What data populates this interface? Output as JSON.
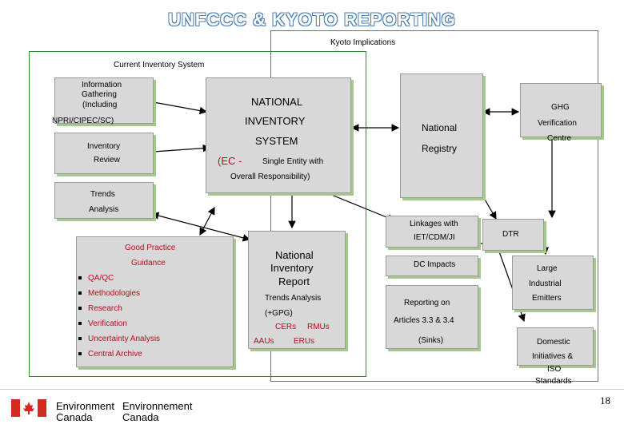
{
  "title": "UNFCCC & KYOTO REPORTING",
  "frames": {
    "kyoto_label": "Kyoto Implications",
    "current_label": "Current Inventory System"
  },
  "boxes": {
    "info_gathering": [
      "Information",
      "Gathering",
      "(Including",
      "NPRI/CIPEC/SC)"
    ],
    "inventory_review": [
      "Inventory",
      "Review"
    ],
    "trends_analysis": [
      "Trends",
      "Analysis"
    ],
    "national_system": [
      "NATIONAL",
      "INVENTORY",
      "SYSTEM"
    ],
    "national_system_ec": "(EC  -",
    "national_system_single": "Single Entity with",
    "national_system_overall": "Overall Responsibility)",
    "national_registry": [
      "National",
      "Registry"
    ],
    "ghg_verification": [
      "GHG",
      "Verification",
      "Centre"
    ],
    "good_practice_title": [
      "Good Practice",
      "Guidance"
    ],
    "good_practice_items": [
      "QA/QC",
      "Methodologies",
      "Research",
      "Verification",
      "Uncertainty Analysis",
      "Central Archive"
    ],
    "nir_title": [
      "National",
      "Inventory",
      "Report"
    ],
    "nir_trends": "Trends Analysis",
    "nir_gpg": "(+GPG)",
    "nir_cers": "CERs",
    "nir_rmus": "RMUs",
    "nir_aaus": "AAUs",
    "nir_erus": "ERUs",
    "linkages": [
      "Linkages with",
      "IET/CDM/JI"
    ],
    "dc_impacts": "DC Impacts",
    "reporting": [
      "Reporting on",
      "Articles 3.3 & 3.4",
      "(Sinks)"
    ],
    "dtr": "DTR",
    "large_emitters": [
      "Large",
      "Industrial",
      "Emitters"
    ],
    "domestic": [
      "Domestic",
      "Initiatives &",
      "ISO",
      "Standards"
    ]
  },
  "footer": {
    "logo_en": [
      "Environment",
      "Canada"
    ],
    "logo_fr": [
      "Environnement",
      "Canada"
    ],
    "page_number": "18"
  },
  "colors": {
    "frame_current": "#2e8b2e",
    "box_fill": "#d8d8d8",
    "box_shadow": "#a5c98a",
    "accent_red": "#b01020",
    "title_outline": "#4a7fb5"
  }
}
